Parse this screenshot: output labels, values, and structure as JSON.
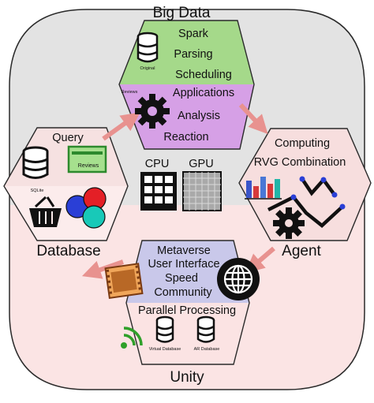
{
  "corner_labels": {
    "top": "Big Data",
    "left": "Database",
    "right": "Agent",
    "bottom": "Unity"
  },
  "hexagons": {
    "top": {
      "upper_items": [
        "Spark",
        "Parsing",
        "Scheduling"
      ],
      "lower_items": [
        "Applications",
        "Analysis",
        "Reaction"
      ],
      "tags": {
        "database": "Original",
        "gear": "Reviews"
      },
      "colors": {
        "upper": "#a5d98a",
        "lower": "#d6a0e6"
      }
    },
    "left": {
      "title": "Query",
      "tags": {
        "database": "SQLite",
        "card": "Reviews"
      },
      "colors": {
        "upper": "#f6e1e1",
        "lower": "#fcecec"
      }
    },
    "right": {
      "items": [
        "Computing",
        "RVG Combination"
      ],
      "colors": {
        "fill": "#f7dede"
      }
    },
    "bottom": {
      "upper_items": [
        "Metaverse",
        "User Interface",
        "Speed",
        "Community"
      ],
      "lower_title": "Parallel Processing",
      "tags": {
        "db1": "Virtual Database",
        "db2": "AR Database"
      },
      "colors": {
        "upper": "#c9c8ea",
        "lower": "#fbe3e3"
      }
    }
  },
  "center": {
    "cpu_label": "CPU",
    "gpu_label": "GPU"
  },
  "icons": [
    "database-icon",
    "gear-icon",
    "card-icon",
    "basket-icon",
    "color-circles-icon",
    "chip-icon",
    "gpu-icon",
    "bar-chart-icon",
    "network-chart-icon",
    "globe-icon",
    "film-icon",
    "wifi-icon"
  ],
  "colors": {
    "background_top": "#e3e3e3",
    "background_bottom": "#fbe4e4",
    "arrow": "#e8928f",
    "frame": "#2a2a2a"
  }
}
